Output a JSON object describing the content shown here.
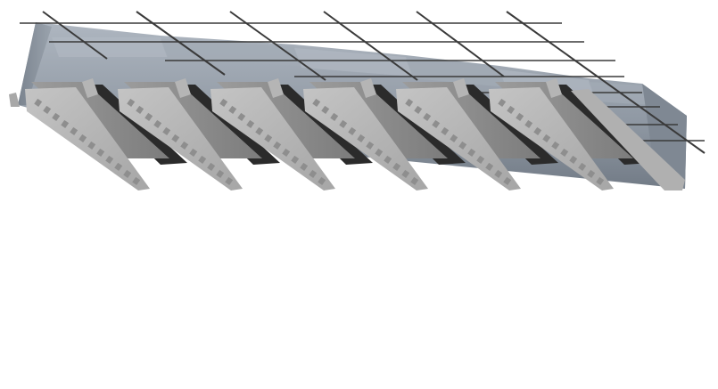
{
  "image": {
    "subject": "composite-floor-deck-render",
    "colors": {
      "background": "#ffffff",
      "concrete_light": "#a9b1bb",
      "concrete_mid": "#8b949e",
      "concrete_dark": "#6e7782",
      "deck_top": "#9a9a9a",
      "deck_face": "#b9b9b9",
      "deck_shadow": "#2b2b2b",
      "rebar": "#3a3a3a",
      "emboss": "#8e8e8e"
    },
    "rib_count": 6,
    "transverse_bar_count": 6,
    "longitudinal_bar_count": 8
  }
}
